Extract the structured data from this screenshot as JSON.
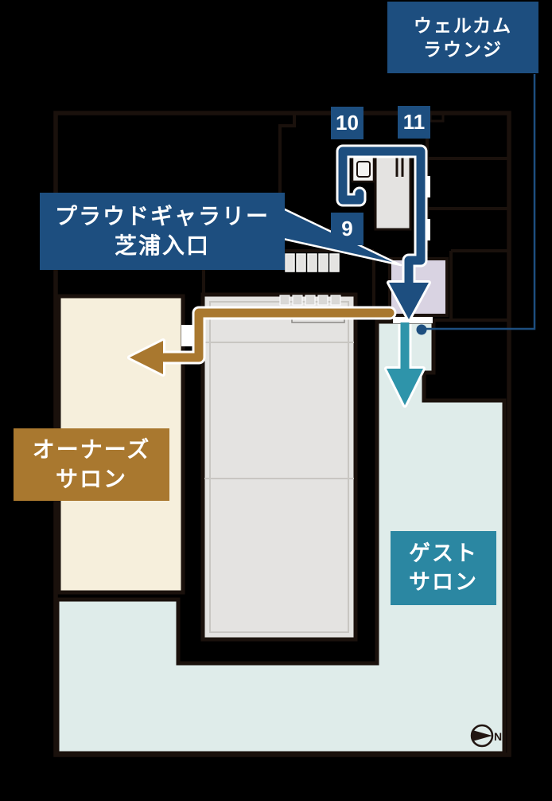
{
  "floor_plan": {
    "annotations": {
      "welcome_lounge": {
        "line1": "ウェルカム",
        "line2": "ラウンジ"
      },
      "gallery_entrance": {
        "line1": "プラウドギャラリー",
        "line2": "芝浦入口"
      },
      "owners_salon": {
        "line1": "オーナーズ",
        "line2": "サロン"
      },
      "guest_salon": {
        "line1": "ゲスト",
        "line2": "サロン"
      }
    },
    "route_markers": {
      "marker_9": "9",
      "marker_10": "10",
      "marker_11": "11"
    },
    "compass": {
      "north_label": "N"
    },
    "colors": {
      "navy_accent": "#1d4e7f",
      "teal_route": "#2e94aa",
      "teal_label": "#2b87a2",
      "brown_route": "#a9782f",
      "owners_salon_fill": "#f6efdc",
      "guest_salon_fill": "#dfecea",
      "entrance_hall_fill": "#d9d3e2",
      "core_block_fill": "#e4e3e1",
      "wall": "#1a110c",
      "background": "#000000"
    }
  }
}
